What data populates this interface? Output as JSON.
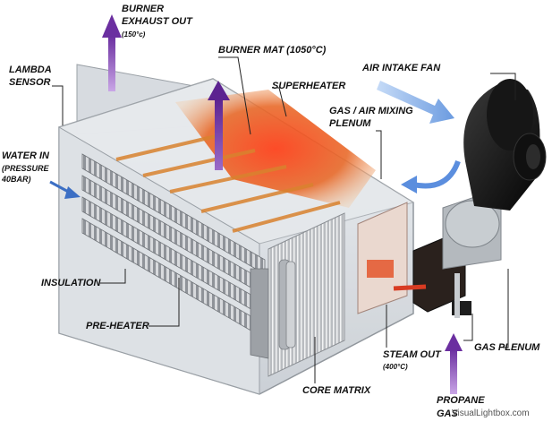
{
  "labels": {
    "burner_exhaust_line1": "BURNER",
    "burner_exhaust_line2": "EXHAUST OUT",
    "burner_exhaust_temp": "(150°c)",
    "lambda_line1": "LAMBDA",
    "lambda_line2": "SENSOR",
    "burner_mat": "BURNER MAT (1050°C)",
    "air_intake_fan": "AIR INTAKE FAN",
    "superheater": "SUPERHEATER",
    "gas_air_line1": "GAS / AIR MIXING",
    "gas_air_line2": "PLENUM",
    "water_in_line1": "WATER IN",
    "water_in_line2": "(PRESSURE",
    "water_in_line3": "40BAR)",
    "insulation": "INSULATION",
    "pre_heater": "PRE-HEATER",
    "steam_out": "STEAM OUT",
    "steam_out_temp": "(400°C)",
    "gas_plenum": "GAS PLENUM",
    "core_matrix": "CORE MATRIX",
    "propane_line1": "PROPANE",
    "propane_line2": "GAS"
  },
  "watermark": "VisualLightbox.com",
  "colors": {
    "exhaust_arrow": "#7b3fa8",
    "water_arrow": "#4a7fd0",
    "air_arrow": "#8fb8ec",
    "hot_zone": "#e0401c",
    "coil": "#a8a8a8"
  }
}
